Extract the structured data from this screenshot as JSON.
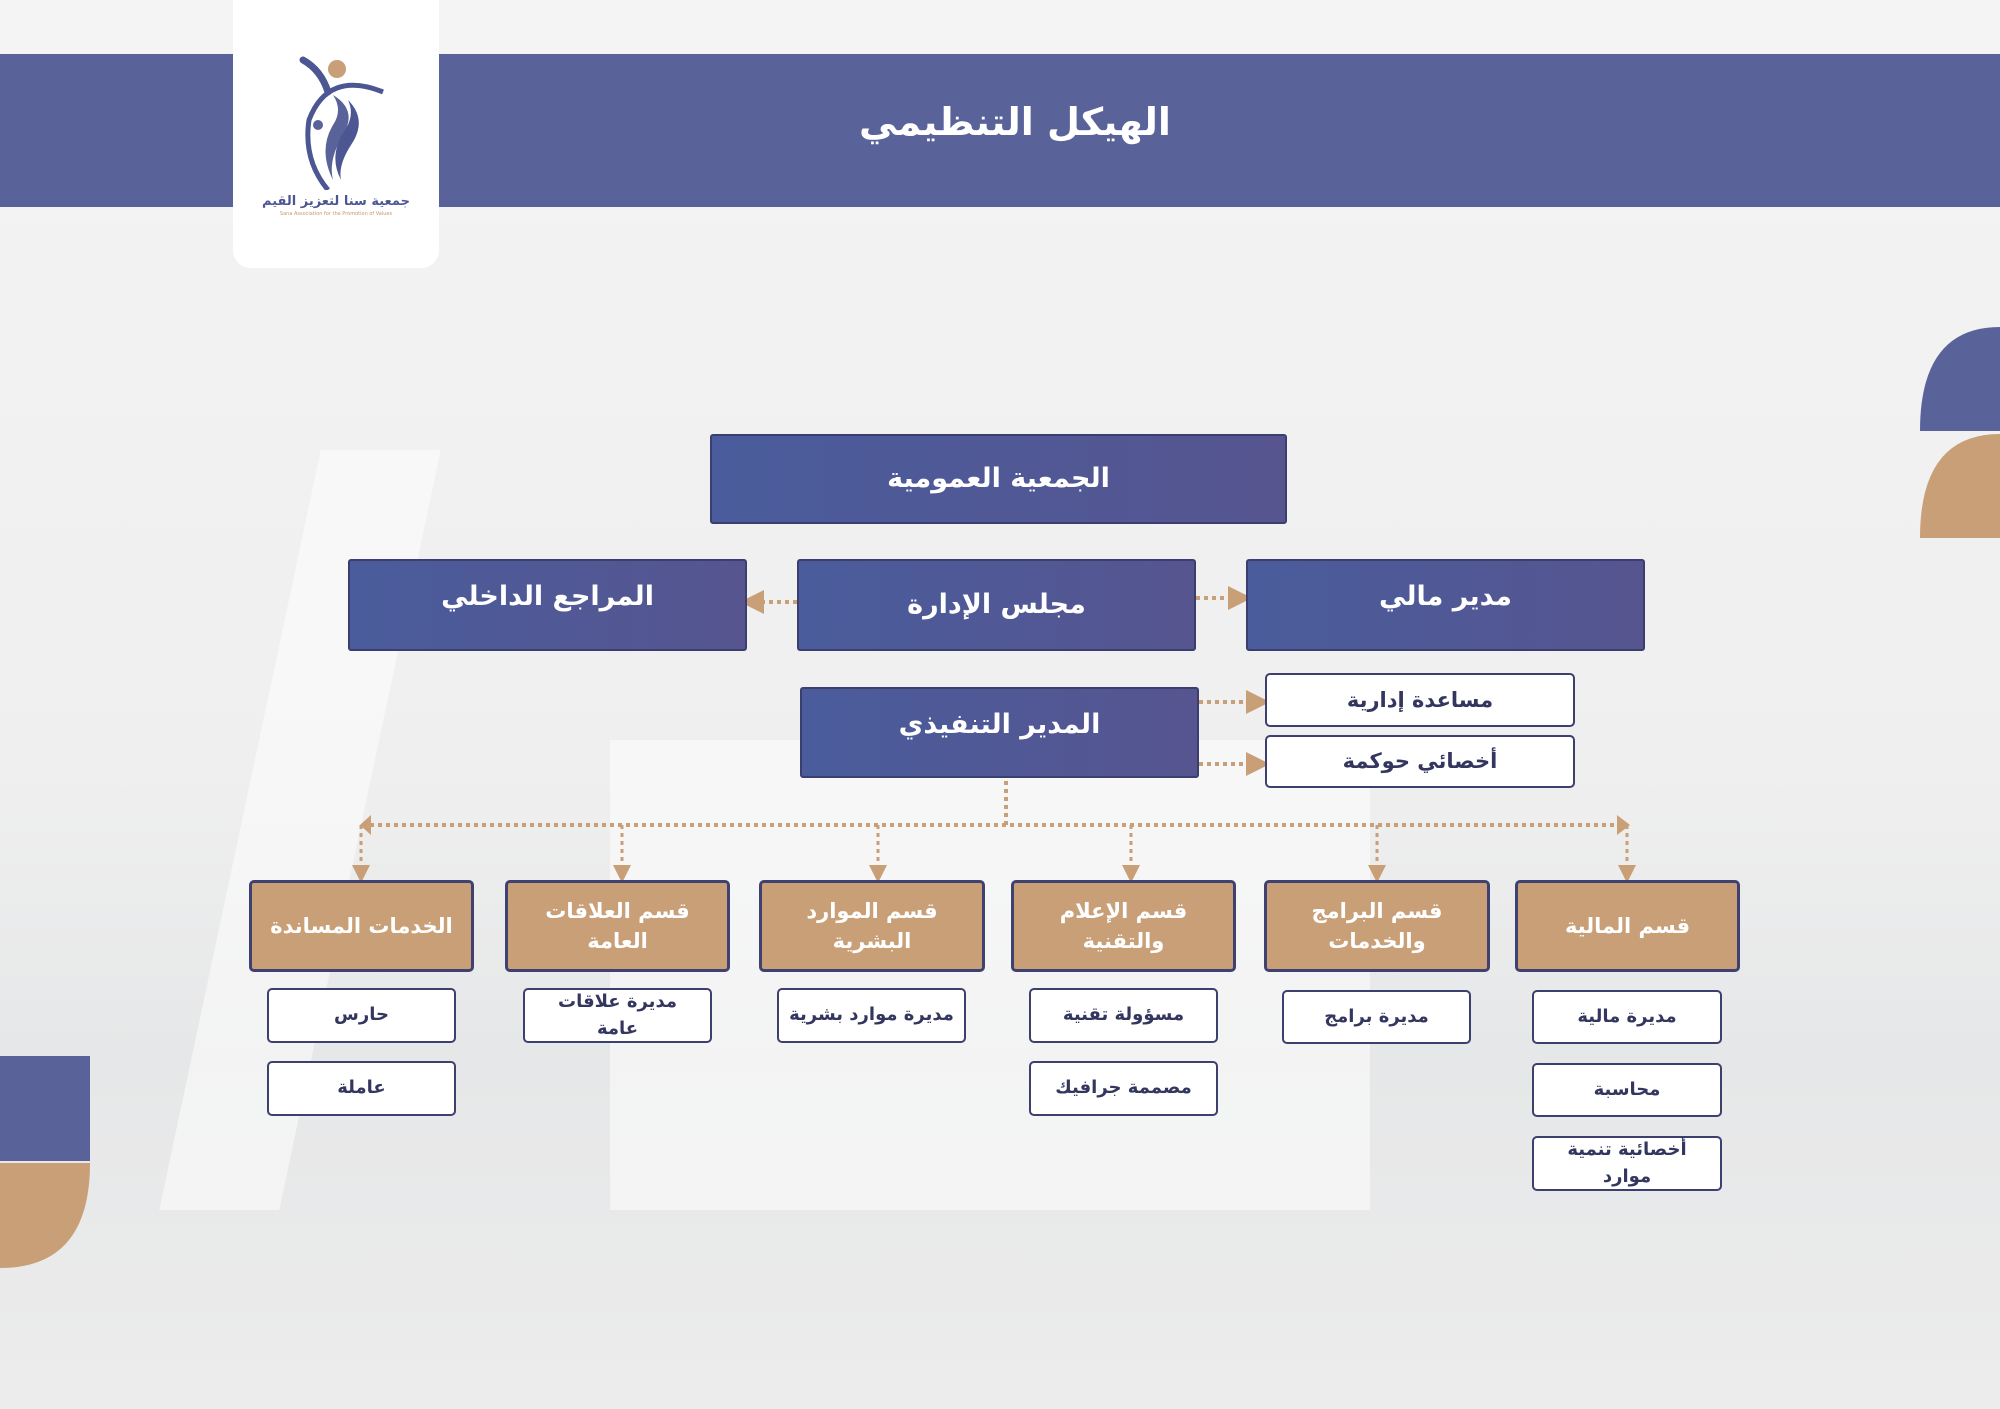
{
  "header": {
    "title": "الهيكل التنظيمي"
  },
  "logo": {
    "name_ar": "جمعية سنا لتعزيز القيم",
    "name_en": "Sana Association for the Promotion of Values"
  },
  "colors": {
    "header": "#5a6399",
    "dark_box": "#4a5c9c",
    "department": "#c99f77",
    "outline": "#3d3f6e",
    "connector": "#c99f77"
  },
  "chart": {
    "general_assembly": "الجمعية العمومية",
    "board": "مجلس الإدارة",
    "internal_auditor": "المراجع الداخلي",
    "finance_manager": "مدير مالي",
    "executive_director": "المدير التنفيذي",
    "admin_assistant": "مساعدة إدارية",
    "governance_specialist": "أخصائي حوكمة",
    "departments": [
      {
        "name": "قسم المالية",
        "staff": [
          "مديرة مالية",
          "محاسبة",
          "أخصائية تنمية موارد"
        ]
      },
      {
        "name": "قسم البرامج والخدمات",
        "staff": [
          "مديرة برامج"
        ]
      },
      {
        "name": "قسم الإعلام والتقنية",
        "staff": [
          "مسؤولة تقنية",
          "مصممة جرافيك"
        ]
      },
      {
        "name": "قسم الموارد البشرية",
        "staff": [
          "مديرة موارد بشرية"
        ]
      },
      {
        "name": "قسم العلاقات العامة",
        "staff": [
          "مديرة علاقات عامة"
        ]
      },
      {
        "name": "الخدمات المساندة",
        "staff": [
          "حارس",
          "عاملة"
        ]
      }
    ]
  }
}
